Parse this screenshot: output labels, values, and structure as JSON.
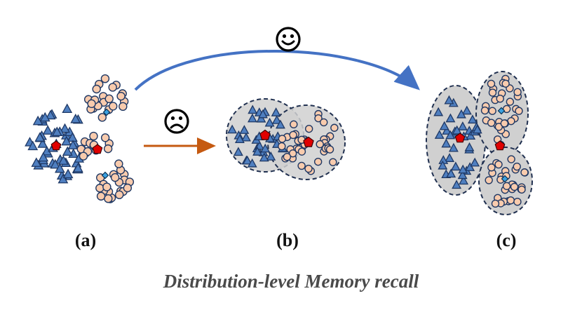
{
  "panels": [
    {
      "label": "(a)"
    },
    {
      "label": "(b)"
    },
    {
      "label": "(c)"
    }
  ],
  "caption": "Distribution-level Memory recall",
  "arrows": {
    "top": {
      "color": "#4472c4",
      "icon": "smiling-face-icon"
    },
    "middle": {
      "color": "#c55a11",
      "icon": "frowning-face-icon"
    }
  },
  "colors": {
    "triangle_fill": "#4f7fc0",
    "triangle_stroke": "#1f3864",
    "circle_fill": "#f8cbad",
    "circle_stroke": "#1f3864",
    "prototype": "#e00000",
    "diamond": "#3aa0e0",
    "cluster_fill": "#d0d0d0",
    "cluster_stroke": "#203050"
  }
}
